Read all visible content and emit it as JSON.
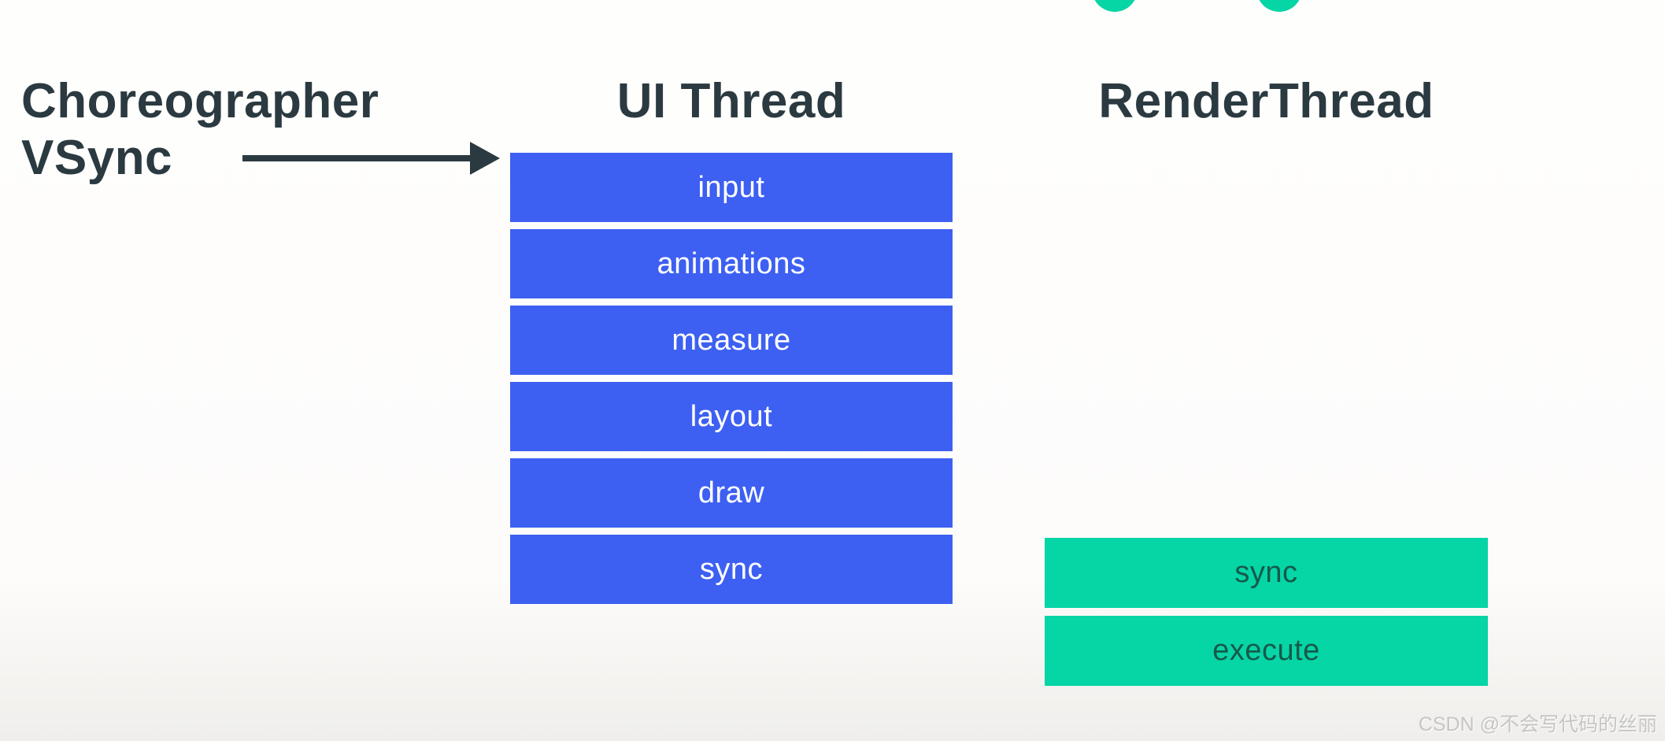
{
  "page": {
    "background_top": "#fdfdfc",
    "background_bottom": "#efeeec"
  },
  "decor": {
    "teal_dot_color": "#06d5a6",
    "title_color": "#2b3a40",
    "arrow_color": "#2b3a40"
  },
  "source": {
    "line1": "Choreographer",
    "line2": "VSync"
  },
  "ui_thread": {
    "title": "UI Thread",
    "accent_color": "#3d60f2",
    "label_color": "#ffffff",
    "boxes": [
      "input",
      "animations",
      "measure",
      "layout",
      "draw",
      "sync"
    ]
  },
  "render_thread": {
    "title": "RenderThread",
    "accent_color": "#06d5a6",
    "label_color": "#17594b",
    "boxes": [
      "sync",
      "execute"
    ]
  },
  "watermark": "CSDN @不会写代码的丝丽"
}
